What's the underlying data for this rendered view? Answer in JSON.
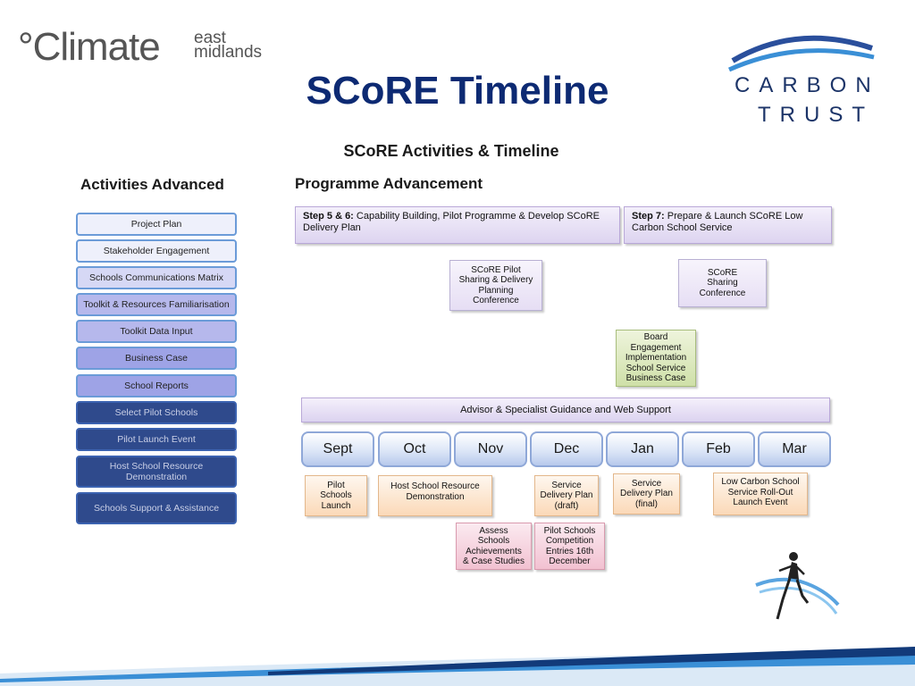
{
  "header": {
    "logo_left": {
      "main": "°Climate",
      "sub1": "east",
      "sub2": "midlands"
    },
    "title": "SCoRE Timeline",
    "logo_right": {
      "line1": "CARBON",
      "line2": "TRUST"
    }
  },
  "diagram_title": "SCoRE Activities & Timeline",
  "activities": {
    "heading": "Activities Advanced",
    "items": [
      "Project Plan",
      "Stakeholder Engagement",
      "Schools Communications Matrix",
      "Toolkit & Resources Familiarisation",
      "Toolkit Data Input",
      "Business Case",
      "School Reports",
      "Select Pilot Schools",
      "Pilot Launch Event",
      "Host School Resource Demonstration",
      "Schools Support & Assistance"
    ]
  },
  "programme": {
    "heading": "Programme Advancement",
    "step1": {
      "label": "Step 5 & 6:",
      "text": "Capability Building, Pilot Programme & Develop SCoRE Delivery Plan"
    },
    "step2": {
      "label": "Step 7:",
      "text": "Prepare & Launch SCoRE Low Carbon School Service"
    },
    "pilot_conference": [
      "SCoRE Pilot",
      "Sharing & Delivery",
      "Planning",
      "Conference"
    ],
    "sharing_conference": [
      "SCoRE",
      "Sharing",
      "Conference"
    ],
    "board_box": [
      "Board",
      "Engagement",
      "Implementation",
      "School Service",
      "Business Case"
    ],
    "banner": "Advisor & Specialist Guidance and Web Support",
    "months": [
      "Sept",
      "Oct",
      "Nov",
      "Dec",
      "Jan",
      "Feb",
      "Mar"
    ],
    "events": {
      "pilot_launch": [
        "Pilot",
        "Schools",
        "Launch"
      ],
      "host_demo": [
        "Host School Resource",
        "Demonstration"
      ],
      "delivery_draft": [
        "Service",
        "Delivery Plan",
        "(draft)"
      ],
      "delivery_final": [
        "Service",
        "Delivery Plan",
        "(final)"
      ],
      "roll_out": [
        "Low Carbon School",
        "Service Roll-Out",
        "Launch Event"
      ],
      "assess": [
        "Assess",
        "Schools",
        "Achievements",
        "& Case Studies"
      ],
      "competition": [
        "Pilot Schools",
        "Competition",
        "Entries 16th",
        "December"
      ]
    }
  }
}
